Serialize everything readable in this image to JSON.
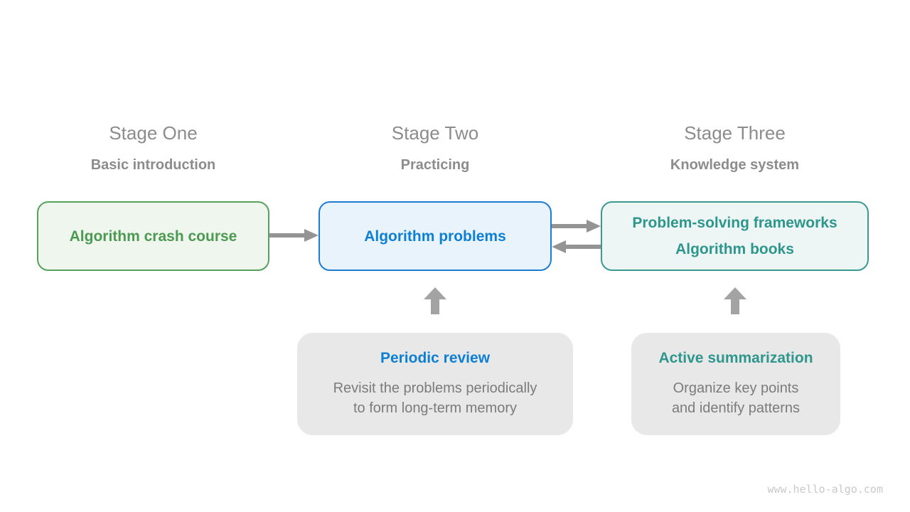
{
  "title": "Algorithm learning path diagram",
  "colors": {
    "green_border": "#56a15c",
    "green_fill": "#eef6ee",
    "green_text": "#4c9a51",
    "blue_border": "#1c7cd1",
    "blue_fill": "#e9f3fc",
    "blue_text": "#0d7fd4",
    "teal_border": "#3b9a90",
    "teal_fill": "#edf6f4",
    "teal_text": "#2e968c",
    "arrow_gray": "#949494",
    "block_arrow_gray": "#a3a3a3",
    "heading_gray": "#8c8c8c",
    "body_gray": "#7b7b7b",
    "panel_gray": "#e8e8e8",
    "watermark_gray": "#c9c9c9"
  },
  "stages": [
    {
      "title": "Stage One",
      "subtitle": "Basic introduction",
      "box_lines": [
        "Algorithm crash course"
      ]
    },
    {
      "title": "Stage Two",
      "subtitle": "Practicing",
      "box_lines": [
        "Algorithm problems"
      ]
    },
    {
      "title": "Stage Three",
      "subtitle": "Knowledge system",
      "box_lines": [
        "Problem-solving frameworks",
        "Algorithm books"
      ]
    }
  ],
  "notes": [
    {
      "title": "Periodic review",
      "body_line1": "Revisit the problems periodically",
      "body_line2": "to form long-term memory"
    },
    {
      "title": "Active summarization",
      "body_line1": "Organize key points",
      "body_line2": "and identify patterns"
    }
  ],
  "arrows": [
    "stage1-to-stage2-right",
    "stage2-to-stage3-right",
    "stage3-to-stage2-left",
    "periodic-review-up",
    "active-summarization-up"
  ],
  "watermark": "www.hello-algo.com"
}
